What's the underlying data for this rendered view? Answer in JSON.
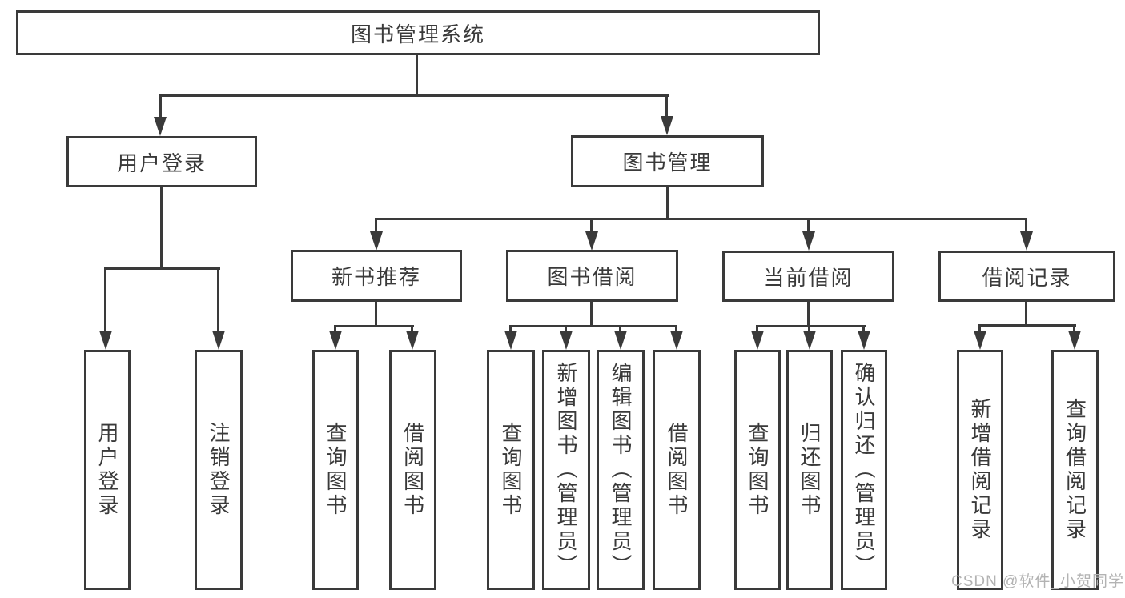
{
  "diagram_type": "hierarchy-tree",
  "nodes": {
    "root": "图书管理系统",
    "user_login": "用户登录",
    "book_management": "图书管理",
    "new_book_recommend": "新书推荐",
    "book_borrowing": "图书借阅",
    "current_borrowing": "当前借阅",
    "borrowing_records": "借阅记录"
  },
  "leaves": {
    "user_login": [
      "用户登录",
      "注销登录"
    ],
    "new_book_recommend": [
      "查询图书",
      "借阅图书"
    ],
    "book_borrowing": [
      "查询图书",
      "新增图书（管理员）",
      "编辑图书（管理员）",
      "借阅图书"
    ],
    "current_borrowing": [
      "查询图书",
      "归还图书",
      "确认归还（管理员）"
    ],
    "borrowing_records": [
      "新增借阅记录",
      "查询借阅记录"
    ]
  },
  "watermark": "CSDN @软件_小贺同学",
  "colors": {
    "line": "#3a3a3a",
    "text": "#3a3a3a",
    "box_background": "#ffffff",
    "page_background": "#ffffff",
    "watermark": "#b3b3b3"
  }
}
